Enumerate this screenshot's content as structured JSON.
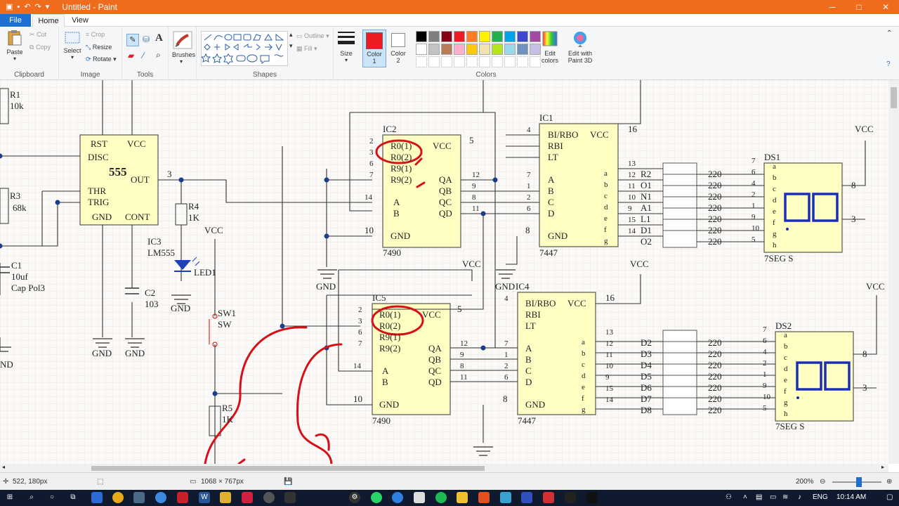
{
  "titlebar": {
    "title": "Untitled - Paint",
    "minimize": "─",
    "maximize": "□",
    "close": "✕"
  },
  "tabs": {
    "file": "File",
    "home": "Home",
    "view": "View"
  },
  "ribbon": {
    "clipboard": {
      "paste": "Paste",
      "cut": "Cut",
      "copy": "Copy",
      "label": "Clipboard"
    },
    "image": {
      "select": "Select",
      "crop": "Crop",
      "resize": "Resize",
      "rotate": "Rotate",
      "label": "Image"
    },
    "tools": {
      "text_tool": "A",
      "label": "Tools"
    },
    "brushes": {
      "label": "Brushes"
    },
    "shapes": {
      "outline": "Outline",
      "fill": "Fill",
      "label": "Shapes"
    },
    "size": {
      "label": "Size"
    },
    "color1": {
      "label": "Color",
      "num": "1"
    },
    "color2": {
      "label": "Color",
      "num": "2"
    },
    "colors_label": "Colors",
    "edit_colors": {
      "line1": "Edit",
      "line2": "colors"
    },
    "paint3d": {
      "line1": "Edit with",
      "line2": "Paint 3D"
    },
    "palette": [
      "#000000",
      "#7f7f7f",
      "#880015",
      "#ed1c24",
      "#ff7f27",
      "#fff200",
      "#22b14c",
      "#00a2e8",
      "#3f48cc",
      "#a349a4",
      "#ffffff",
      "#c3c3c3",
      "#b97a57",
      "#ffaec9",
      "#ffc90e",
      "#efe4b0",
      "#b5e61d",
      "#99d9ea",
      "#7092be",
      "#c8bfe7"
    ],
    "color1_value": "#ed1c24"
  },
  "schematic": {
    "r1": "R1",
    "r1v": "10k",
    "r3": "R3",
    "r3v": "68k",
    "c1": "C1",
    "c1v": "10uf",
    "c1t": "Cap Pol3",
    "nd": "ND",
    "timer_num": "555",
    "rst": "RST",
    "vcc": "VCC",
    "disc": "DISC",
    "out": "OUT",
    "thr": "THR",
    "trig": "TRIG",
    "gnd": "GND",
    "cont": "CONT",
    "ic3": "IC3",
    "lm555": "LM555",
    "c2": "C2",
    "c2v": "103",
    "r4": "R4",
    "r4v": "1K",
    "led": "LED1",
    "sw1": "SW1",
    "sw": "SW",
    "r5": "R5",
    "r5v": "1K",
    "ic2": "IC2",
    "ic5": "IC5",
    "ic1": "IC1",
    "ic4": "IC4",
    "ds1": "DS1",
    "ds2": "DS2",
    "r01": "R0(1)",
    "r02": "R0(2)",
    "r91": "R9(1)",
    "r92": "R9(2)",
    "qa": "QA",
    "qb": "QB",
    "qc": "QC",
    "qd": "QD",
    "a": "A",
    "b": "B",
    "chip7490": "7490",
    "chip7447": "7447",
    "bi": "BI/RBO",
    "rbi": "RBI",
    "lt": "LT",
    "c": "C",
    "d": "D",
    "segs": "abcdefg",
    "seg7": "7SEG S",
    "rv": "220",
    "res_top": [
      "R2",
      "O1",
      "N1",
      "A1",
      "L1",
      "D1",
      "O2"
    ],
    "res_bot": [
      "D2",
      "D3",
      "D4",
      "D5",
      "D6",
      "D7",
      "D8"
    ],
    "ds_pins": [
      "a",
      "b",
      "c",
      "d",
      "e",
      "f",
      "g",
      "h"
    ],
    "pin_left_nums": [
      "7",
      "6",
      "4",
      "2",
      "1",
      "9",
      "10",
      "5"
    ],
    "p7447_out": [
      "13",
      "12",
      "11",
      "10",
      "9",
      "15",
      "14"
    ],
    "p7447_in": [
      "7",
      "1",
      "2",
      "6"
    ],
    "p7490_in": [
      "2",
      "3",
      "6",
      "7"
    ],
    "p7490_out": [
      "12",
      "9",
      "8",
      "11"
    ],
    "p16": "16",
    "p8": "8",
    "p3": "3",
    "p14": "14",
    "p1": "1",
    "p10": "10",
    "p5": "5",
    "p4": "4"
  },
  "status": {
    "cursor": "522, 180px",
    "size": "1068 × 767px",
    "zoom": "200%"
  },
  "taskbar": {
    "lang": "ENG",
    "time": "10:14 AM"
  }
}
